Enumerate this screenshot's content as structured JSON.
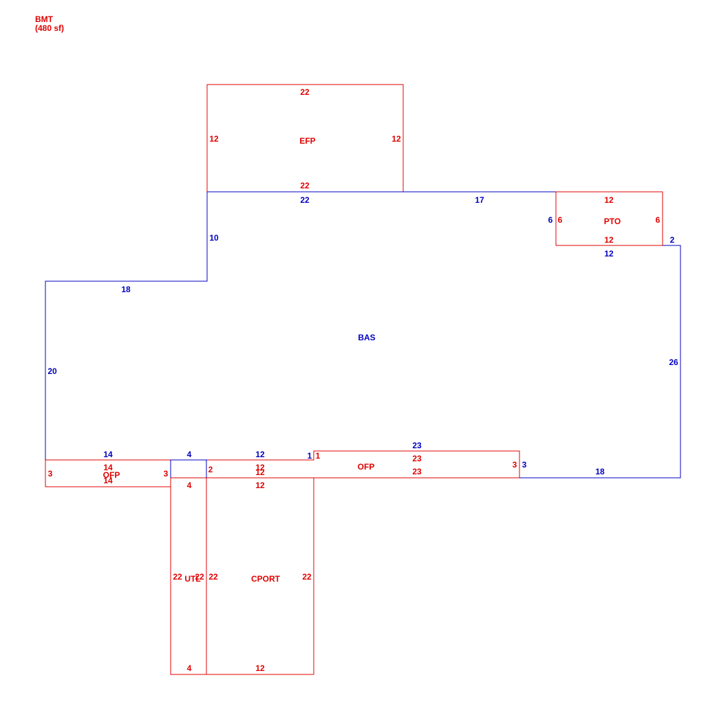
{
  "colors": {
    "base": "#0000c0",
    "addition": "#e00000"
  },
  "header": {
    "code": "BMT",
    "area": "(480 sf)"
  },
  "areas": [
    {
      "id": "bas",
      "label": "BAS",
      "kind": "base"
    },
    {
      "id": "efp",
      "label": "EFP",
      "kind": "addition"
    },
    {
      "id": "pto",
      "label": "PTO",
      "kind": "addition"
    },
    {
      "id": "ofp-1",
      "label": "OFP",
      "kind": "addition"
    },
    {
      "id": "ofp-2",
      "label": "OFP",
      "kind": "addition"
    },
    {
      "id": "utl",
      "label": "UTL",
      "kind": "addition"
    },
    {
      "id": "cport",
      "label": "CPORT",
      "kind": "addition"
    }
  ],
  "dimensions": {
    "bas": [
      "22",
      "17",
      "6",
      "12",
      "2",
      "26",
      "18",
      "3",
      "23",
      "1",
      "12",
      "4",
      "14",
      "20",
      "18",
      "10"
    ],
    "efp": [
      "22",
      "12",
      "12",
      "22"
    ],
    "pto": [
      "12",
      "6",
      "6",
      "12"
    ],
    "ofp-1": [
      "14",
      "3",
      "3",
      "14"
    ],
    "ofp-2": [
      "23",
      "23",
      "1",
      "3",
      "12",
      "12",
      "2"
    ],
    "utl": [
      "4",
      "22",
      "22",
      "4"
    ],
    "cport": [
      "12",
      "22",
      "22",
      "12"
    ]
  }
}
